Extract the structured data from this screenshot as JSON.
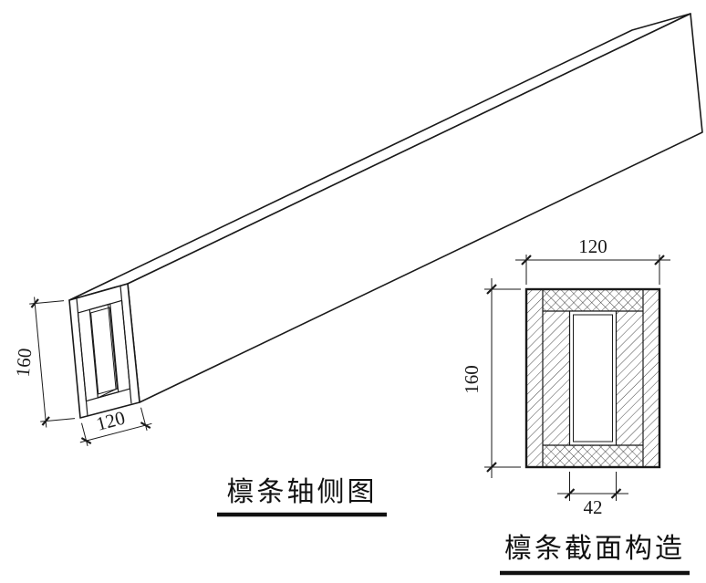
{
  "drawing": {
    "background": "#ffffff",
    "line_color": "#1a1a1a",
    "type": "timber purlin construction drawing"
  },
  "axonometric": {
    "title": "檩条轴侧图",
    "dims": {
      "height": "160",
      "width": "120"
    }
  },
  "section": {
    "title": "檩条截面构造",
    "dims": {
      "width": "120",
      "height": "160",
      "hollow_width": "42"
    }
  }
}
